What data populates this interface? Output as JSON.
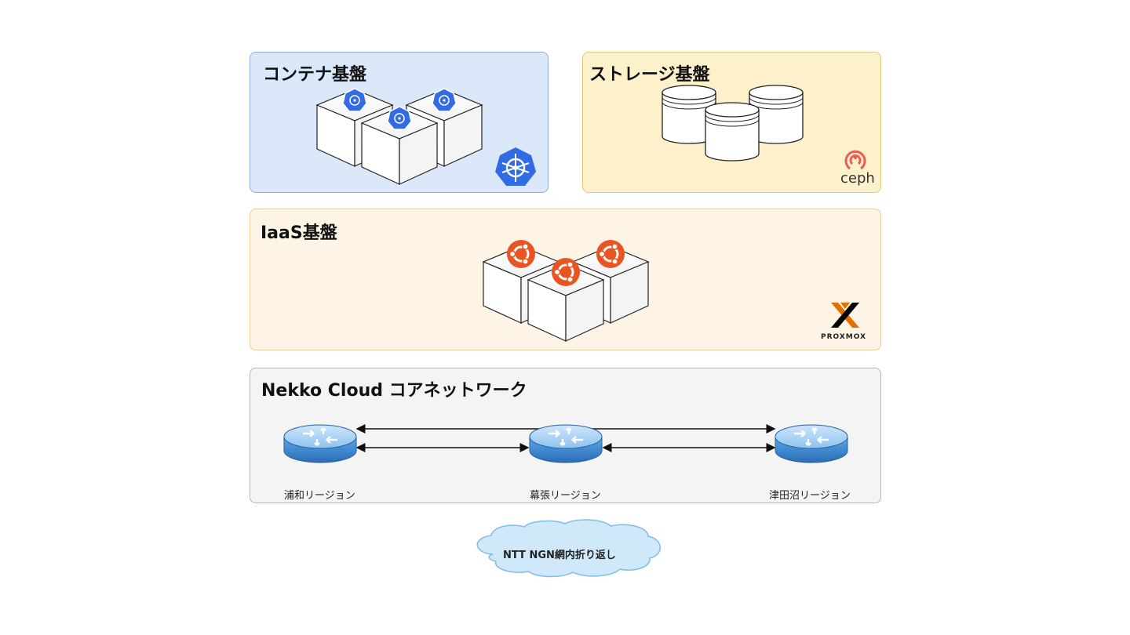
{
  "panels": {
    "container": {
      "title": "コンテナ基盤"
    },
    "storage": {
      "title": "ストレージ基盤",
      "logo_text": "ceph"
    },
    "iaas": {
      "title": "IaaS基盤",
      "logo_text": "PROXMOX"
    },
    "core": {
      "title": "Nekko Cloud コアネットワーク"
    }
  },
  "regions": [
    {
      "label": "浦和リージョン"
    },
    {
      "label": "幕張リージョン"
    },
    {
      "label": "津田沼リージョン"
    }
  ],
  "cloud": {
    "label": "NTT NGN網内折り返し"
  },
  "icons": {
    "container_node": "kubernetes-node-cube-icon",
    "kubernetes": "kubernetes-logo-icon",
    "storage": "database-cylinder-icon",
    "ceph": "ceph-logo-icon",
    "vm_node": "ubuntu-node-cube-icon",
    "proxmox": "proxmox-logo-icon",
    "router": "router-icon"
  },
  "colors": {
    "kubernetes": "#326ce5",
    "ubuntu": "#e95420",
    "ceph": "#ef5c55",
    "proxmox_orange": "#e57000",
    "router": "#4a90d9"
  }
}
